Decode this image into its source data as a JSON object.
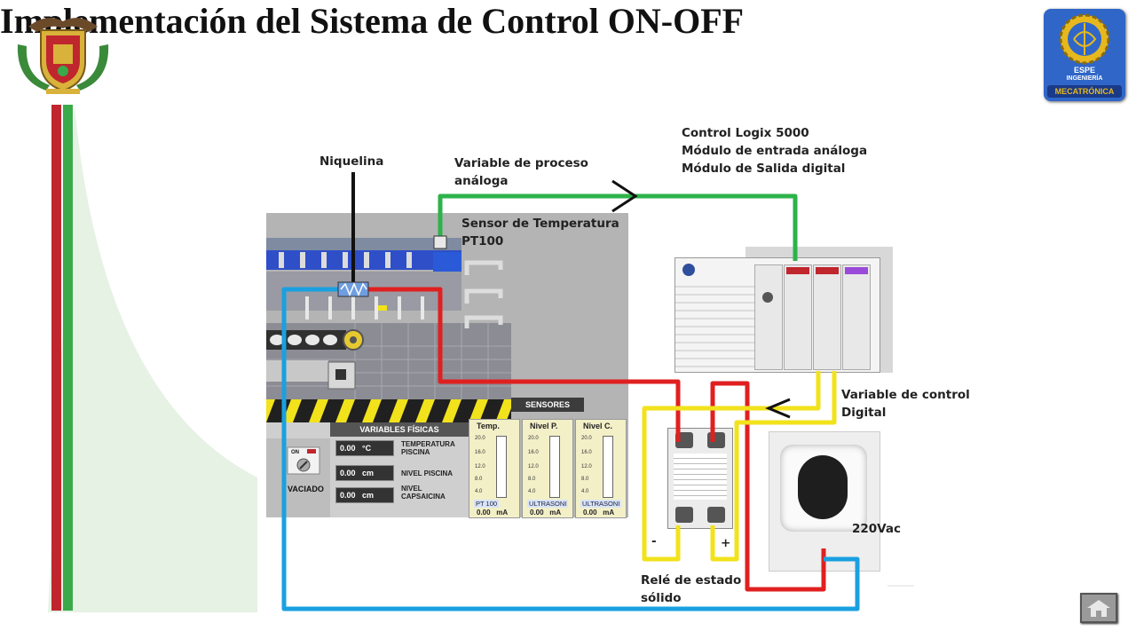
{
  "title": "Implementación del Sistema de Control ON-OFF",
  "logos": {
    "left": "university-coat-of-arms",
    "right": {
      "icon": "gear-globe-emblem",
      "line1": "ESPE",
      "line2": "INGENIERÍA",
      "line3": "MECATRÓNICA"
    }
  },
  "labels": {
    "niquelina": "Niquelina",
    "variable_proceso_1": "Variable de proceso",
    "variable_proceso_2": "análoga",
    "sensor_1": "Sensor de Temperatura",
    "sensor_2": "PT100",
    "plc_1": "Control Logix 5000",
    "plc_2": "Módulo de entrada análoga",
    "plc_3": "Módulo de Salida digital",
    "variable_control_1": "Variable de control",
    "variable_control_2": "Digital",
    "rele_1": "Relé de estado",
    "rele_2": "sólido",
    "voltage": "220Vac",
    "minus": "-",
    "plus": "+"
  },
  "scada": {
    "sensores": "SENSORES",
    "variables_fisicas": "VARIABLES FÍSICAS",
    "vaciado": "VACIADO",
    "on": "ON",
    "rows": [
      {
        "value": "0.00",
        "unit": "°C",
        "name_1": "TEMPERATURA",
        "name_2": "PISCINA"
      },
      {
        "value": "0.00",
        "unit": "cm",
        "name_1": "NIVEL PISCINA",
        "name_2": ""
      },
      {
        "value": "0.00",
        "unit": "cm",
        "name_1": "NIVEL",
        "name_2": "CAPSAICINA"
      }
    ],
    "gauges": [
      {
        "title": "Temp.",
        "sensor": "PT 100",
        "value": "0.00",
        "unit": "mA"
      },
      {
        "title": "Nivel P.",
        "sensor": "ULTRASONI",
        "value": "0.00",
        "unit": "mA"
      },
      {
        "title": "Nivel C.",
        "sensor": "ULTRASONI",
        "value": "0.00",
        "unit": "mA"
      }
    ],
    "ticks": [
      "20.0",
      "16.0",
      "12.0",
      "8.0",
      "4.0"
    ]
  },
  "wire_colors": {
    "process_variable": "#2db34a",
    "control_variable": "#f2e21b",
    "power": "#e02020",
    "return": "#1aa0e0"
  },
  "stripe_colors": {
    "red": "#c0262d",
    "green": "#3aaa4a"
  }
}
